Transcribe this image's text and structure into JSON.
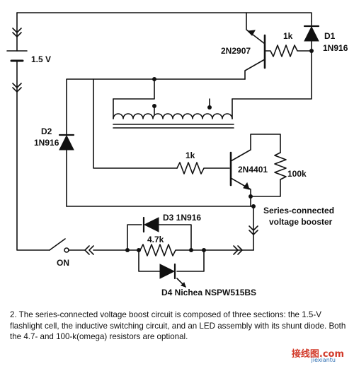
{
  "labels": {
    "battery": "1.5 V",
    "resistor_top": "1k",
    "transistor_pnp": "2N2907",
    "diode_d1_name": "D1",
    "diode_d1_part": "1N916",
    "diode_d2_name": "D2",
    "diode_d2_part": "1N916",
    "resistor_mid": "1k",
    "transistor_npn": "2N4401",
    "resistor_100k": "100k",
    "block_line1": "Series-connected",
    "block_line2": "voltage booster",
    "diode_d3": "D3 1N916",
    "resistor_47k": "4.7k",
    "led_d4": "D4 Nichea NSPW515BS",
    "switch_on": "ON"
  },
  "caption": "2. The series-connected voltage boost circuit is composed of three sections: the 1.5-V flashlight cell, the inductive switching circuit, and an LED assembly with its shunt diode. Both the 4.7- and 100-k(omega) resistors are optional.",
  "watermark": {
    "logo_text": "接线图.com",
    "site": "jiexiantu"
  },
  "colors": {
    "line": "#111111",
    "watermark_red": "#d23a2a",
    "watermark_blue": "#2a6bb0"
  }
}
